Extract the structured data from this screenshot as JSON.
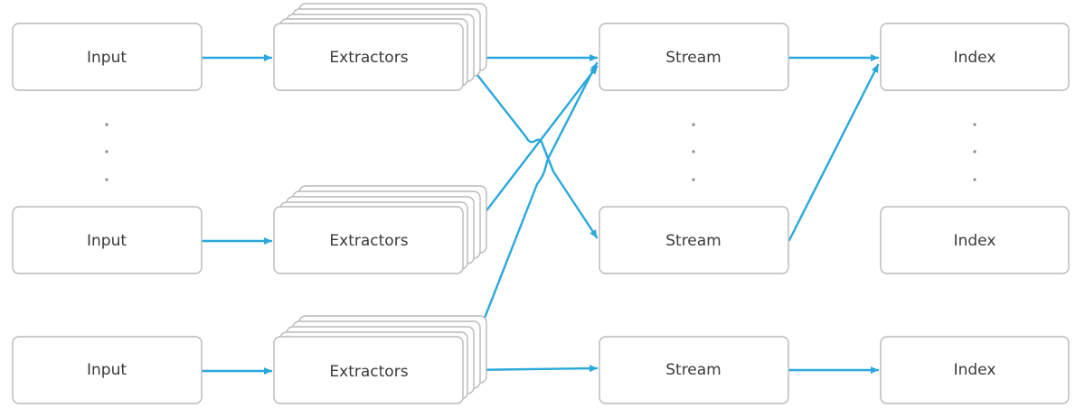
{
  "colors": {
    "connector": "#2aa8dc",
    "box_border": "#b9b9b9",
    "label_text": "#3a3a3a",
    "background": "#ffffff"
  },
  "columns": {
    "input": {
      "label": "Input"
    },
    "extractors": {
      "label": "Extractors"
    },
    "stream": {
      "label": "Stream"
    },
    "index": {
      "label": "Index"
    }
  },
  "rows": [
    {
      "input": "Input",
      "extractors": "Extractors",
      "stream": "Stream",
      "index": "Index"
    },
    {
      "input": "Input",
      "extractors": "Extractors",
      "stream": "Stream",
      "index": "Index"
    },
    {
      "input": "Input",
      "extractors": "Extractors",
      "stream": "Stream",
      "index": "Index"
    }
  ],
  "ellipsis": {
    "input": ".",
    "stream": ".",
    "index": "."
  }
}
